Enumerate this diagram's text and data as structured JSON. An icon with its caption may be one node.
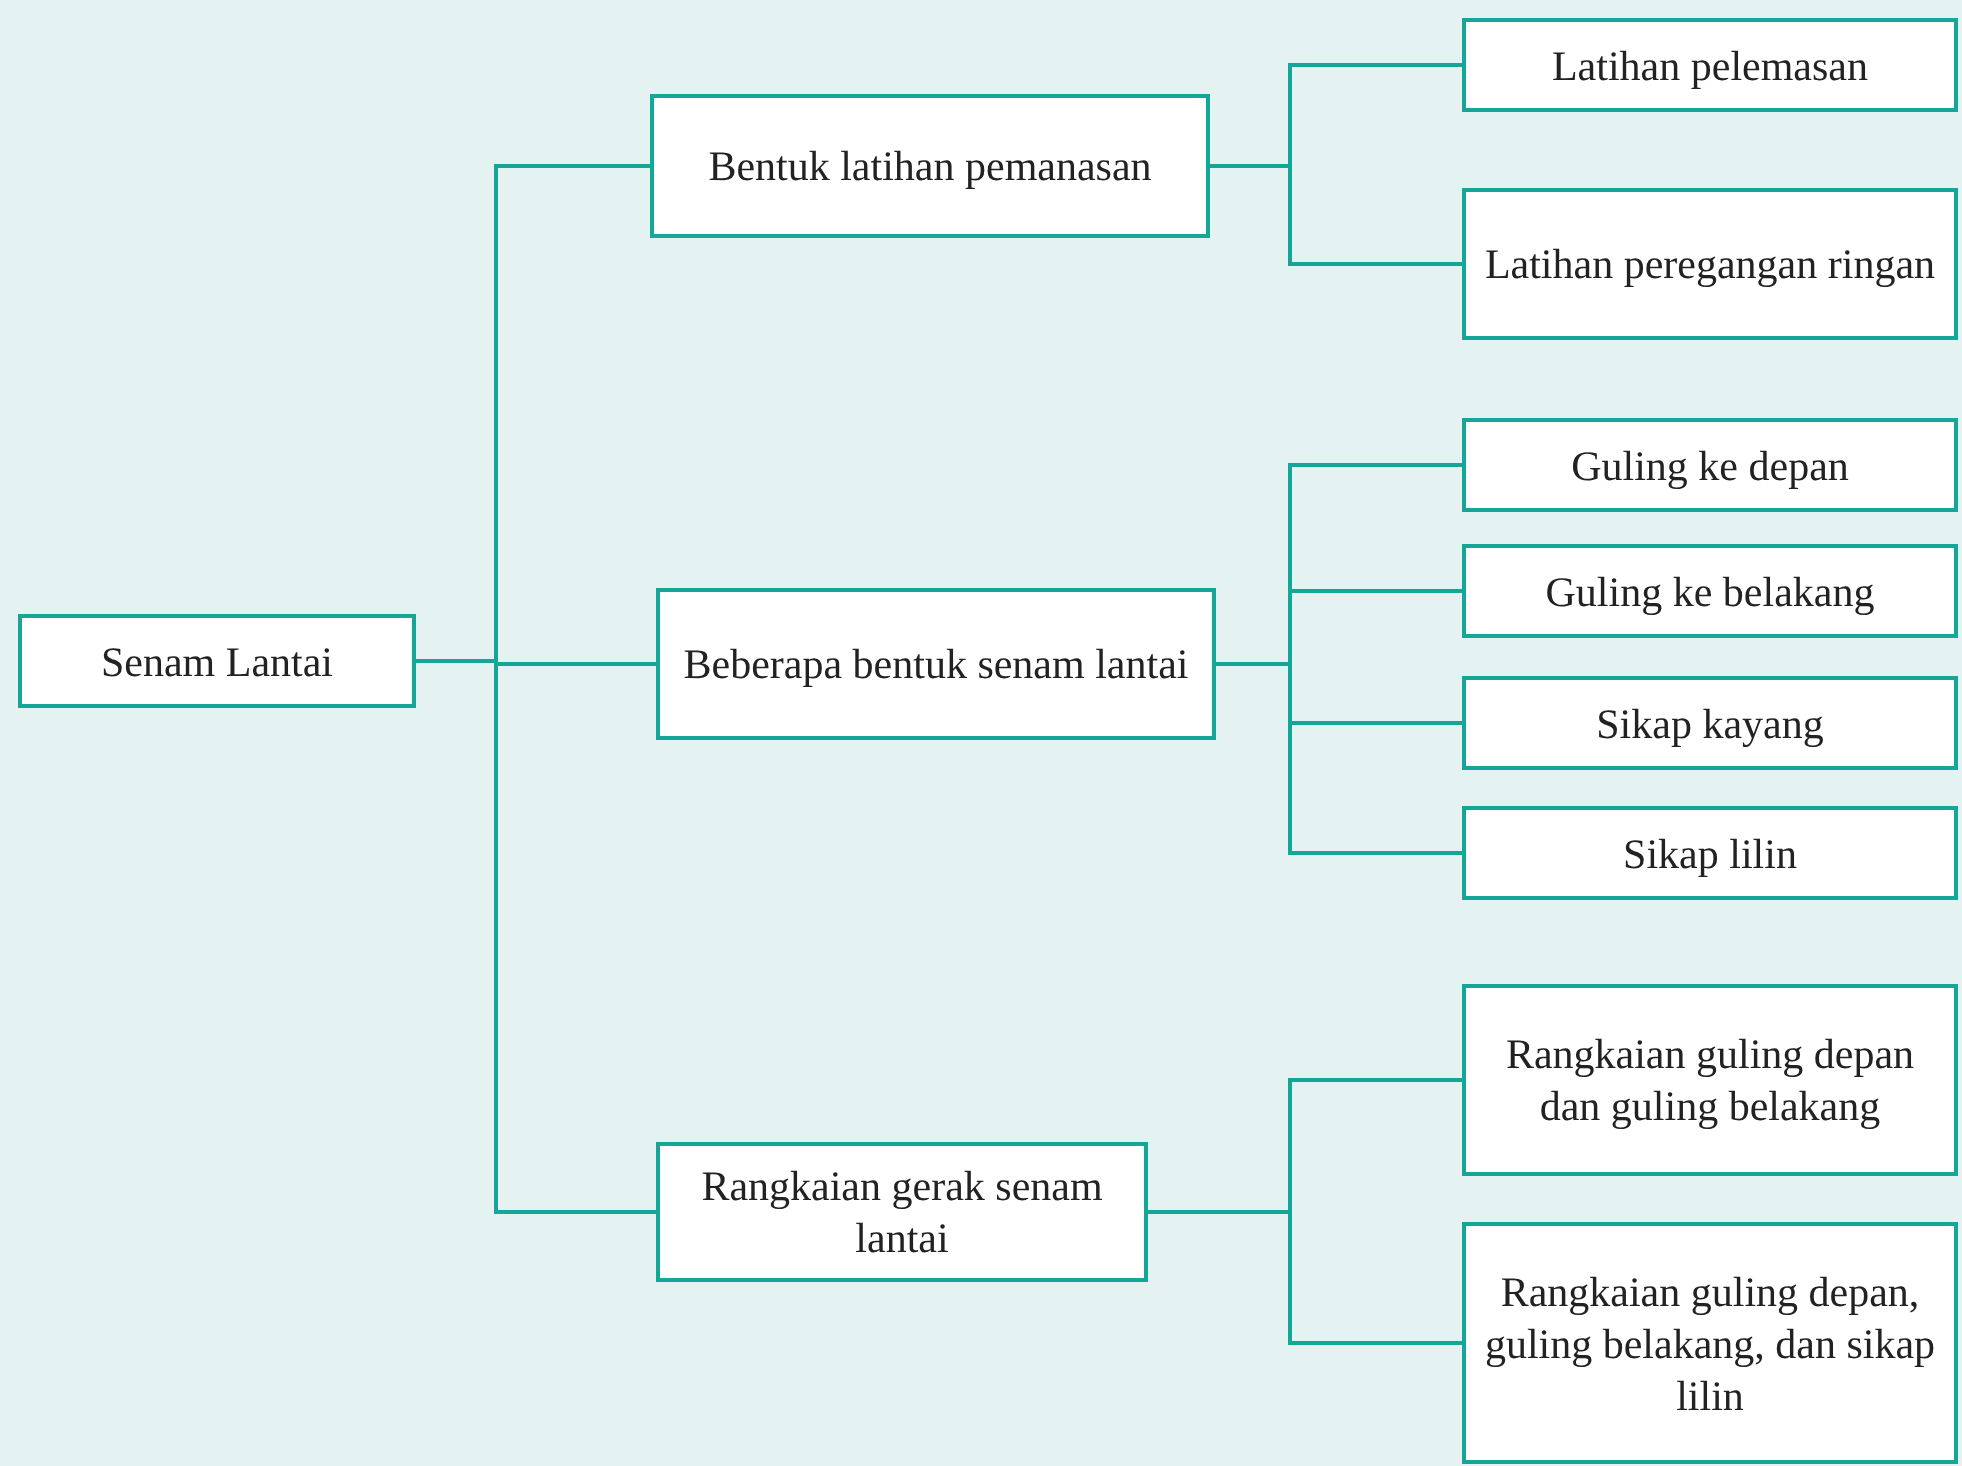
{
  "diagram": {
    "nodes": [
      {
        "text": [
          "Senam Lantai"
        ]
      },
      {
        "text": [
          "Bentuk latihan pemanasan"
        ]
      },
      {
        "text": [
          "Beberapa bentuk senam lantai"
        ]
      },
      {
        "text": [
          "Rangkaian gerak senam lantai"
        ]
      },
      {
        "text": [
          "Latihan pelemasan"
        ]
      },
      {
        "text": [
          "Latihan peregangan ringan"
        ]
      },
      {
        "text": [
          "Guling ke depan"
        ]
      },
      {
        "text": [
          "Guling ke belakang"
        ]
      },
      {
        "text": [
          "Sikap kayang"
        ]
      },
      {
        "text": [
          "Sikap lilin"
        ]
      },
      {
        "text": [
          "Rangkaian guling depan dan guling belakang"
        ]
      },
      {
        "text": [
          "Rangkaian guling depan, guling belakang, dan sikap lilin"
        ]
      }
    ],
    "edges": [
      {
        "from": 0,
        "to": 1,
        "arrow": "none"
      },
      {
        "from": 0,
        "to": 2,
        "arrow": "none"
      },
      {
        "from": 0,
        "to": 3,
        "arrow": "none"
      },
      {
        "from": 1,
        "to": 4,
        "arrow": "none"
      },
      {
        "from": 1,
        "to": 5,
        "arrow": "none"
      },
      {
        "from": 2,
        "to": 6,
        "arrow": "none"
      },
      {
        "from": 2,
        "to": 7,
        "arrow": "none"
      },
      {
        "from": 2,
        "to": 8,
        "arrow": "none"
      },
      {
        "from": 2,
        "to": 9,
        "arrow": "none"
      },
      {
        "from": 3,
        "to": 10,
        "arrow": "none"
      },
      {
        "from": 3,
        "to": 11,
        "arrow": "none"
      }
    ]
  }
}
